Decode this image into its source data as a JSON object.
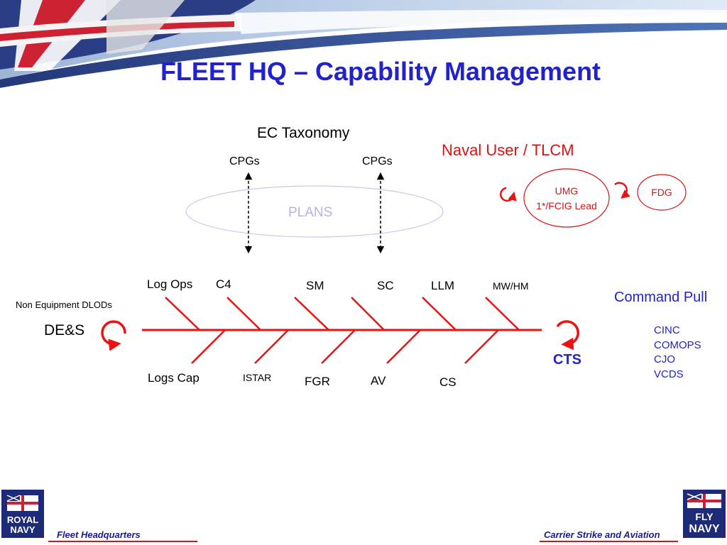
{
  "slide": {
    "title": "FLEET HQ – Capability Management",
    "colors": {
      "title_blue": "#2222cc",
      "fishbone_red": "#ee1111",
      "ellipse_outline": "#c8c8ec",
      "plans_text": "#b4b4e6"
    }
  },
  "ec_taxonomy": {
    "heading": "EC Taxonomy",
    "cpg_left": "CPGs",
    "cpg_right": "CPGs",
    "ellipse_label": "PLANS"
  },
  "naval_user": {
    "heading": "Naval User / TLCM",
    "umg_line1": "UMG",
    "umg_line2": "1*/FCIG Lead",
    "fdg": "FDG"
  },
  "fishbone": {
    "left_note": "Non Equipment DLODs",
    "left_label": "DE&S",
    "right_label": "CTS",
    "top_labels": [
      "Log Ops",
      "C4",
      "SM",
      "SC",
      "LLM",
      "MW/HM"
    ],
    "bottom_labels": [
      "Logs Cap",
      "ISTAR",
      "FGR",
      "AV",
      "CS"
    ]
  },
  "command_pull": {
    "heading": "Command Pull",
    "items": [
      "CINC",
      "COMOPS",
      "CJO",
      "VCDS"
    ]
  },
  "footer": {
    "left_text": "Fleet Headquarters",
    "right_text": "Carrier Strike and Aviation",
    "left_logo_line1": "ROYAL",
    "left_logo_line2": "NAVY",
    "right_logo_line1": "FLY",
    "right_logo_line2": "NAVY"
  }
}
